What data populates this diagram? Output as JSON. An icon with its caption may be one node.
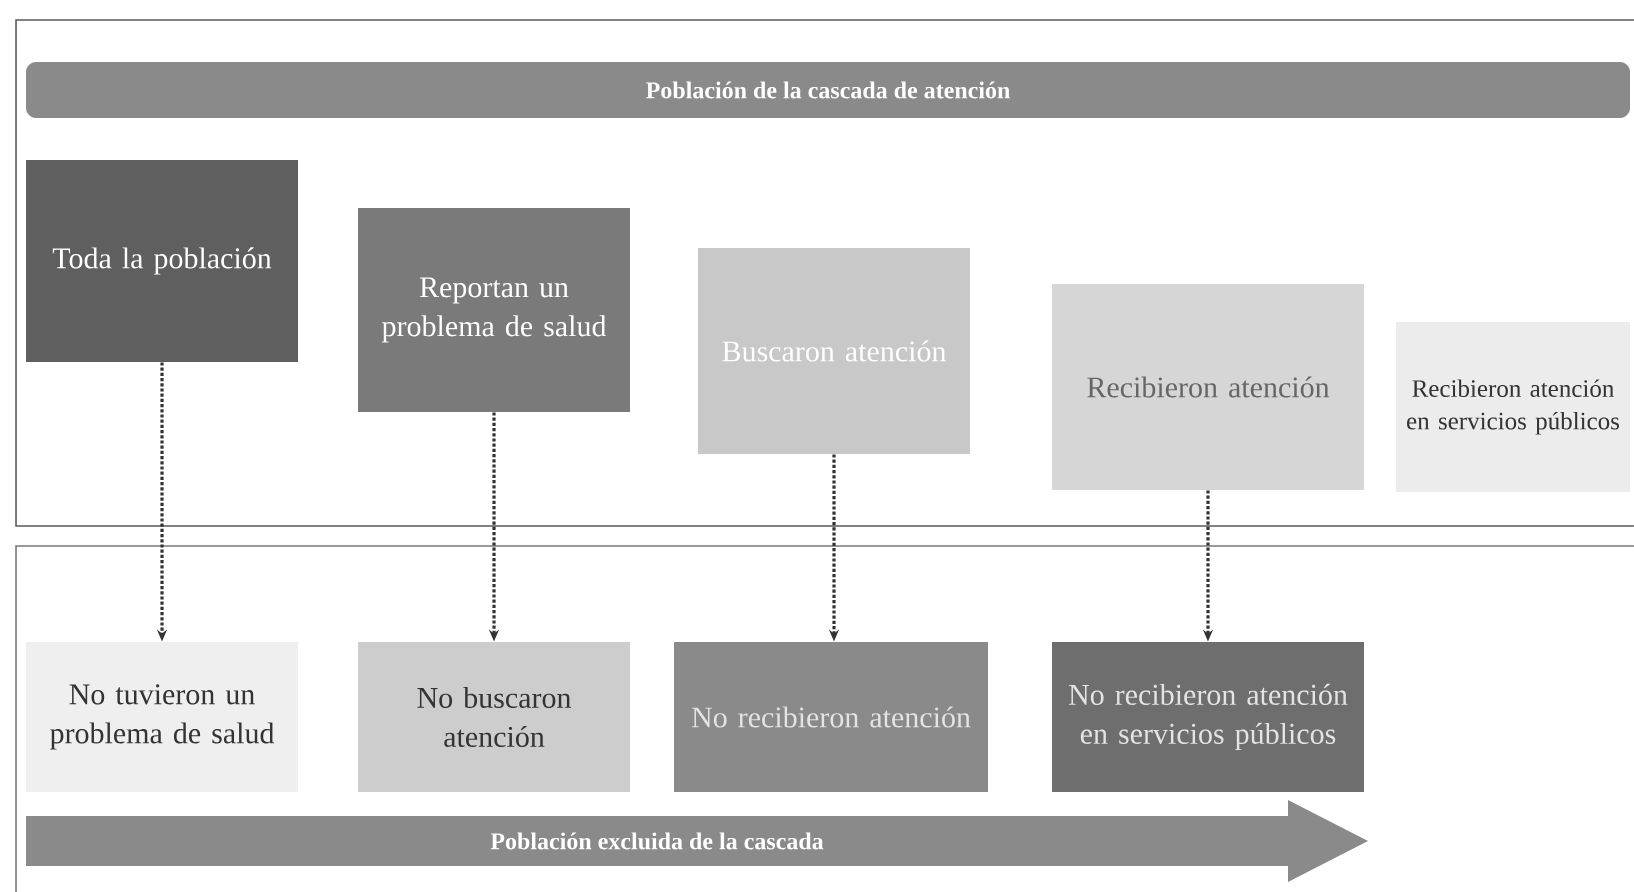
{
  "diagram": {
    "nodes": [
      {
        "text": [
          "Población de la cascada de atención"
        ]
      },
      {
        "text": [
          "Toda la población"
        ]
      },
      {
        "text": [
          "Reportan un problema de salud"
        ]
      },
      {
        "text": [
          "Buscaron atención"
        ]
      },
      {
        "text": [
          "Recibieron atención"
        ]
      },
      {
        "text": [
          "Recibieron atención en servicios públicos"
        ]
      },
      {
        "text": [
          "No tuvieron un problema de salud"
        ]
      },
      {
        "text": [
          "No buscaron atención"
        ]
      },
      {
        "text": [
          "No recibieron atención"
        ]
      },
      {
        "text": [
          "No recibieron atención en servicios públicos"
        ]
      },
      {
        "text": [
          "Población excluida de la cascada"
        ]
      }
    ],
    "edges": [
      {
        "from": 1,
        "to": 6,
        "arrow": "to",
        "style": "dashed"
      },
      {
        "from": 2,
        "to": 7,
        "arrow": "to",
        "style": "dashed"
      },
      {
        "from": 3,
        "to": 8,
        "arrow": "to",
        "style": "dashed"
      },
      {
        "from": 4,
        "to": 9,
        "arrow": "to",
        "style": "dashed"
      }
    ]
  }
}
